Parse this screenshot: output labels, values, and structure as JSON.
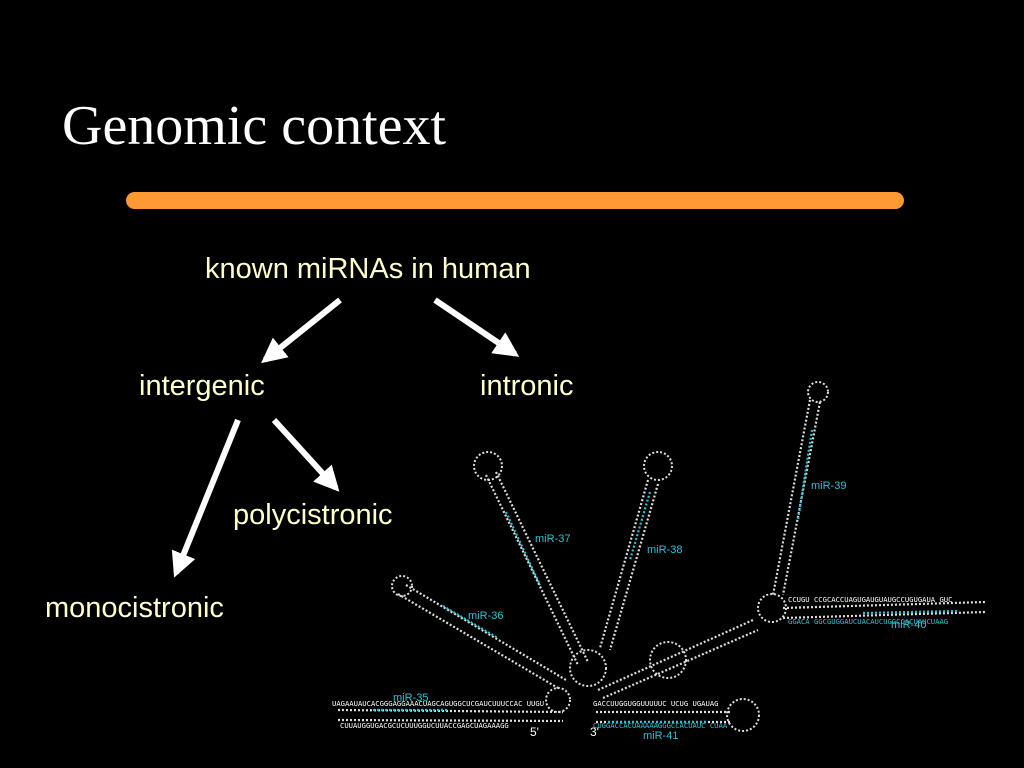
{
  "title": "Genomic context",
  "accent_color": "#ff9933",
  "nodes": {
    "root": "known miRNAs in human",
    "intergenic": "intergenic",
    "intronic": "intronic",
    "polycistronic": "polycistronic",
    "monocistronic": "monocistronic"
  },
  "structure": {
    "labels": {
      "mir35": "miR-35",
      "mir36": "miR-36",
      "mir37": "miR-37",
      "mir38": "miR-38",
      "mir39": "miR-39",
      "mir40": "miR-40",
      "mir41": "miR-41"
    },
    "ends": {
      "five_prime": "5'",
      "three_prime": "3'"
    },
    "sequences": {
      "top_left": "UAGAAUAUCACGGGAGGAAACUAGCAGUGGCUCGAUCUUUCCAC UUGU",
      "bottom_left": "CUUAUGGUGACGCUCUUUGGUCUUACCGAGCUAGAAAGG",
      "top_right": "GACCUUGGUGGUUUUUC UCUG UGAUAG",
      "bottom_right": "CUGGACCACUAAAAAGGGCCACUAUC CUAA",
      "arm40_top": "CCUGU CCGCACCUAGUGAUGUAUGCCUGUGAUA GUC",
      "arm40_bottom": "GGACA GGCGUGGAUCUACAUCUGGCCACUAUCUAAG"
    }
  }
}
